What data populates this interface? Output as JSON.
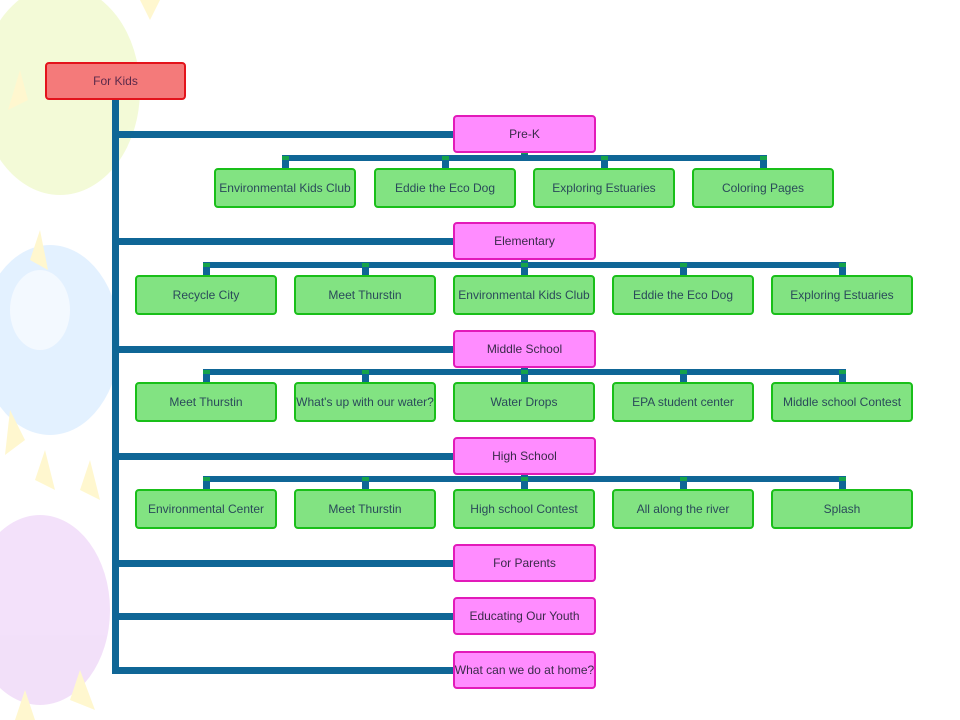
{
  "colors": {
    "connector": "#0f6696",
    "junction": "#16a34a",
    "root_fill": "#f47a7a",
    "root_border": "#e3131b",
    "category_fill": "#ff8cff",
    "category_border": "#e21ab9",
    "leaf_fill": "#82e382",
    "leaf_border": "#19bf19"
  },
  "diagram": {
    "root": "For Kids",
    "categories": [
      {
        "label": "Pre-K",
        "children": [
          "Environmental Kids Club",
          "Eddie the Eco Dog",
          "Exploring Estuaries",
          "Coloring Pages"
        ]
      },
      {
        "label": "Elementary",
        "children": [
          "Recycle City",
          "Meet Thurstin",
          "Environmental Kids Club",
          "Eddie the Eco Dog",
          "Exploring Estuaries"
        ]
      },
      {
        "label": "Middle School",
        "children": [
          "Meet Thurstin",
          "What's up with our water?",
          "Water Drops",
          "EPA student center",
          "Middle school Contest"
        ]
      },
      {
        "label": "High School",
        "children": [
          "Environmental Center",
          "Meet Thurstin",
          "High school Contest",
          "All along the river",
          "Splash"
        ]
      },
      {
        "label": "For Parents",
        "children": []
      },
      {
        "label": "Educating Our Youth",
        "children": []
      },
      {
        "label": "What can we do at home?",
        "children": []
      }
    ]
  }
}
